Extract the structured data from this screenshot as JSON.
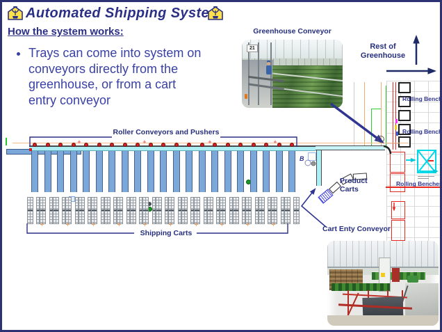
{
  "title": {
    "text": "Automated Shipping System"
  },
  "subtitle": {
    "text": "How the system works:"
  },
  "bullets": [
    {
      "text": "Trays can come into system on conveyors directly from the greenhouse, or from a cart entry conveyor"
    }
  ],
  "photos": {
    "greenhouse": {
      "label": "Greenhouse Conveyor",
      "tag": "21"
    },
    "cart_entry": {
      "description": "cart entry conveyor photo"
    }
  },
  "annotations": {
    "rest_of_greenhouse": "Rest of Greenhouse",
    "roller_conveyors": "Roller Conveyors and Pushers",
    "shipping_carts": "Shipping Carts",
    "product_carts": "Product Carts",
    "cart_entry_conveyor": "Cart Enty Conveyor",
    "rolling_benches_1": "Rolling Benches",
    "rolling_benches_2": "Rolling Benches",
    "rolling_benches_3": "Rolling Benches",
    "marker_b": "B"
  },
  "diagram": {
    "lane_count": 21,
    "pusher_count": 21,
    "cart_pair_count": 21,
    "lane_spacing": 18.5,
    "tick_count": 10,
    "colors": {
      "navy": "#2b2f85",
      "bullet_blue": "#3a41a5",
      "lane_blue": "#7ba7d9",
      "lane_edge": "#49618c",
      "pusher_red": "#d42222",
      "conveyor_cyan": "#aeeef5",
      "cad_orange": "#f2a96e",
      "cad_green": "#2ecc2e",
      "cad_red": "#e8281e",
      "cad_cyan": "#00d8e8",
      "grid_gray": "#d6d6d6",
      "house_yellow": "#ffe14a",
      "plus_orange": "#f0a060"
    }
  }
}
